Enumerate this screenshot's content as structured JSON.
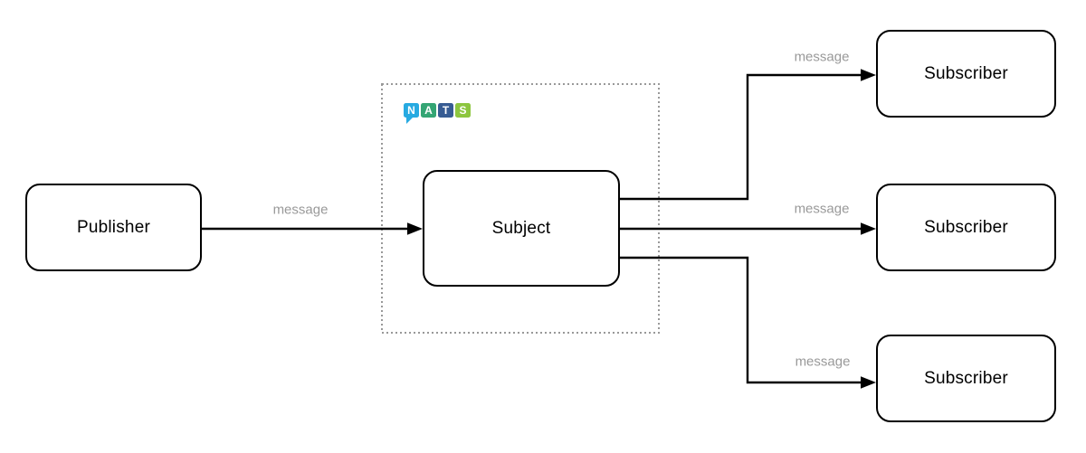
{
  "nodes": {
    "publisher": {
      "label": "Publisher"
    },
    "subject": {
      "label": "Subject"
    },
    "subscriber1": {
      "label": "Subscriber"
    },
    "subscriber2": {
      "label": "Subscriber"
    },
    "subscriber3": {
      "label": "Subscriber"
    }
  },
  "edges": {
    "publisher_to_subject": {
      "label": "message",
      "from": "Publisher",
      "to": "Subject"
    },
    "subject_to_subscriber1": {
      "label": "message",
      "from": "Subject",
      "to": "Subscriber"
    },
    "subject_to_subscriber2": {
      "label": "message",
      "from": "Subject",
      "to": "Subscriber"
    },
    "subject_to_subscriber3": {
      "label": "message",
      "from": "Subject",
      "to": "Subscriber"
    }
  },
  "logo": {
    "name": "NATS",
    "letters": [
      {
        "char": "N",
        "color": "#27AAE1"
      },
      {
        "char": "A",
        "color": "#34A574"
      },
      {
        "char": "T",
        "color": "#375C93"
      },
      {
        "char": "S",
        "color": "#8DC63F"
      }
    ]
  },
  "colors": {
    "line": "#000000",
    "label_gray": "#999999",
    "dashed_border": "#999999",
    "box_fill": "#ffffff"
  }
}
